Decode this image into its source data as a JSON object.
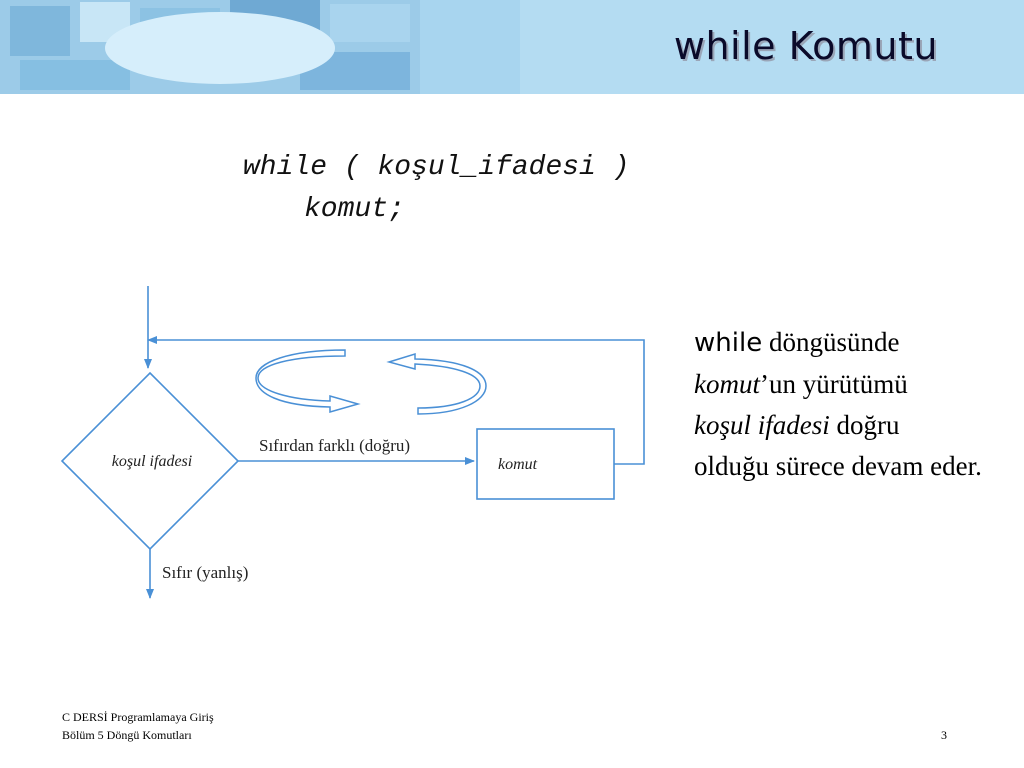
{
  "slide": {
    "title": "while Komutu"
  },
  "code": {
    "line1": "while ( koşul_ifadesi )",
    "line2": "komut;"
  },
  "flowchart": {
    "condition_label": "koşul  ifadesi",
    "command_label": "komut",
    "true_edge_label": "Sıfırdan farklı (doğru)",
    "false_edge_label": "Sıfır (yanlış)",
    "colors": {
      "line": "#4a90d6",
      "loop_arrow_fill": "#ffffff"
    }
  },
  "explanation": {
    "keyword": "while",
    "part1": " döngüsünde",
    "komut": "komut",
    "part2": "’un yürütümü",
    "condition": "koşul ifadesi",
    "part3": " doğru",
    "part4": "olduğu sürece devam eder."
  },
  "footer": {
    "line1": "C DERSİ  Programlamaya Giriş",
    "line2": "Bölüm 5  Döngü Komutları",
    "page_number": "3"
  },
  "theme": {
    "banner_color": "#b4dcf2"
  }
}
